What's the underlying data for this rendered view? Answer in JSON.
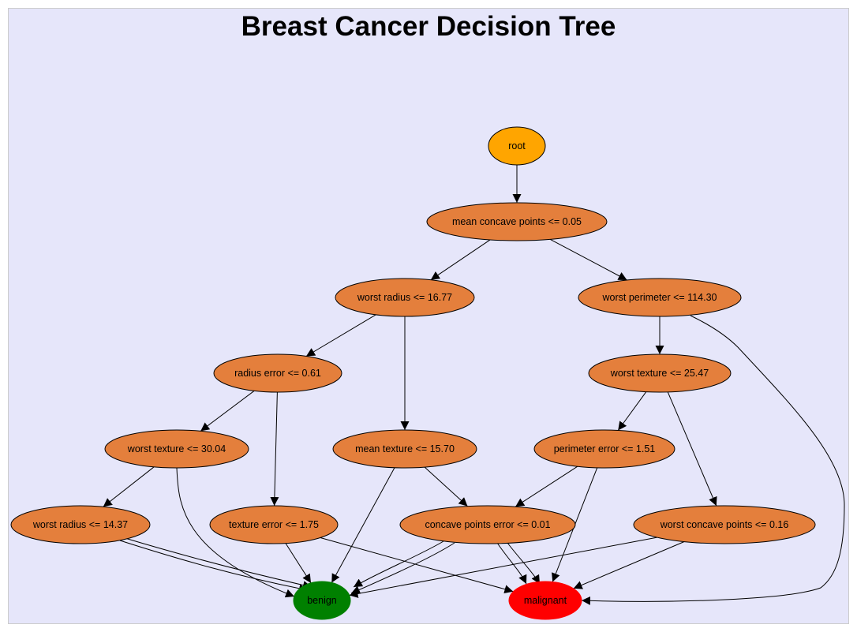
{
  "title": "Breast Cancer Decision Tree",
  "colors": {
    "background": "#e6e6fa",
    "border": "#cccccc",
    "root": "#ffa500",
    "internal": "#e47f3c",
    "benign": "#008000",
    "malignant": "#ff0000",
    "edge": "#000000"
  },
  "nodes": [
    {
      "id": "root",
      "label": "root",
      "kind": "root"
    },
    {
      "id": "n1",
      "label": "mean concave points <= 0.05",
      "kind": "internal"
    },
    {
      "id": "n2",
      "label": "worst radius <= 16.77",
      "kind": "internal"
    },
    {
      "id": "n3",
      "label": "worst perimeter <= 114.30",
      "kind": "internal"
    },
    {
      "id": "n4",
      "label": "radius error <= 0.61",
      "kind": "internal"
    },
    {
      "id": "n5",
      "label": "worst texture <= 25.47",
      "kind": "internal"
    },
    {
      "id": "n6",
      "label": "worst texture <= 30.04",
      "kind": "internal"
    },
    {
      "id": "n7",
      "label": "mean texture <= 15.70",
      "kind": "internal"
    },
    {
      "id": "n8",
      "label": "perimeter error <= 1.51",
      "kind": "internal"
    },
    {
      "id": "n9",
      "label": "worst radius <= 14.37",
      "kind": "internal"
    },
    {
      "id": "n10",
      "label": "texture error <= 1.75",
      "kind": "internal"
    },
    {
      "id": "n11",
      "label": "concave points error <= 0.01",
      "kind": "internal"
    },
    {
      "id": "n12",
      "label": "worst concave points <= 0.16",
      "kind": "internal"
    },
    {
      "id": "benign",
      "label": "benign",
      "kind": "benign"
    },
    {
      "id": "malignant",
      "label": "malignant",
      "kind": "malignant"
    }
  ],
  "edges": [
    {
      "from": "root",
      "to": "n1"
    },
    {
      "from": "n1",
      "to": "n2"
    },
    {
      "from": "n1",
      "to": "n3"
    },
    {
      "from": "n2",
      "to": "n4"
    },
    {
      "from": "n2",
      "to": "n7"
    },
    {
      "from": "n3",
      "to": "n5"
    },
    {
      "from": "n3",
      "to": "malignant"
    },
    {
      "from": "n4",
      "to": "n6"
    },
    {
      "from": "n4",
      "to": "n10"
    },
    {
      "from": "n5",
      "to": "n8"
    },
    {
      "from": "n5",
      "to": "n12"
    },
    {
      "from": "n6",
      "to": "n9"
    },
    {
      "from": "n6",
      "to": "benign"
    },
    {
      "from": "n7",
      "to": "benign"
    },
    {
      "from": "n7",
      "to": "n11"
    },
    {
      "from": "n8",
      "to": "n11"
    },
    {
      "from": "n8",
      "to": "malignant"
    },
    {
      "from": "n9",
      "to": "benign"
    },
    {
      "from": "n9",
      "to": "benign"
    },
    {
      "from": "n10",
      "to": "benign"
    },
    {
      "from": "n10",
      "to": "malignant"
    },
    {
      "from": "n11",
      "to": "benign"
    },
    {
      "from": "n11",
      "to": "benign"
    },
    {
      "from": "n11",
      "to": "malignant"
    },
    {
      "from": "n11",
      "to": "malignant"
    },
    {
      "from": "n12",
      "to": "benign"
    },
    {
      "from": "n12",
      "to": "malignant"
    }
  ]
}
